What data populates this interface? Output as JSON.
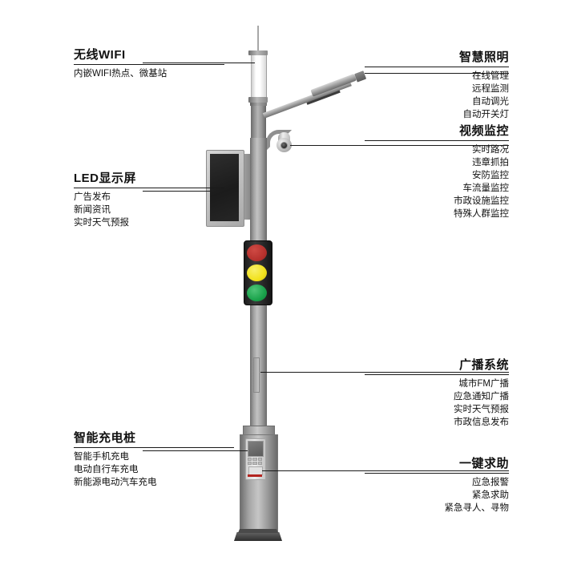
{
  "diagram": {
    "subject": "smart-light-pole",
    "annotations": [
      {
        "id": "wifi",
        "side": "left",
        "title": "无线WIFI",
        "items": [
          "内嵌WIFI热点、微基站"
        ]
      },
      {
        "id": "led-screen",
        "side": "left",
        "title": "LED显示屏",
        "items": [
          "广告发布",
          "新闻资讯",
          "实时天气预报"
        ]
      },
      {
        "id": "charging-pile",
        "side": "left",
        "title": "智能充电桩",
        "items": [
          "智能手机充电",
          "电动自行车充电",
          "新能源电动汽车充电"
        ]
      },
      {
        "id": "smart-lighting",
        "side": "right",
        "title": "智慧照明",
        "items": [
          "在线管理",
          "远程监测",
          "自动调光",
          "自动开关灯"
        ]
      },
      {
        "id": "video-surveillance",
        "side": "right",
        "title": "视频监控",
        "items": [
          "实时路况",
          "违章抓拍",
          "安防监控",
          "车流量监控",
          "市政设施监控",
          "特殊人群监控"
        ]
      },
      {
        "id": "broadcast-system",
        "side": "right",
        "title": "广播系统",
        "items": [
          "城市FM广播",
          "应急通知广播",
          "实时天气预报",
          "市政信息发布"
        ]
      },
      {
        "id": "one-key-help",
        "side": "right",
        "title": "一键求助",
        "items": [
          "应急报警",
          "紧急求助",
          "紧急寻人、寻物"
        ]
      }
    ],
    "colors": {
      "traffic_red": "#b5302c",
      "traffic_yellow": "#f2e21c",
      "traffic_green": "#19a24a",
      "sos_red": "#b3241f",
      "text": "#111111",
      "pole_gray": "#a6a6a6",
      "screen_dark": "#232323",
      "background": "#ffffff"
    },
    "parts": [
      {
        "name": "antenna-rod"
      },
      {
        "name": "wifi-cylinder"
      },
      {
        "name": "street-light-arm"
      },
      {
        "name": "led-luminaire"
      },
      {
        "name": "ptz-dome-camera"
      },
      {
        "name": "led-display-screen"
      },
      {
        "name": "traffic-light"
      },
      {
        "name": "main-mast"
      },
      {
        "name": "charging-pillar"
      },
      {
        "name": "base-plate"
      }
    ]
  }
}
